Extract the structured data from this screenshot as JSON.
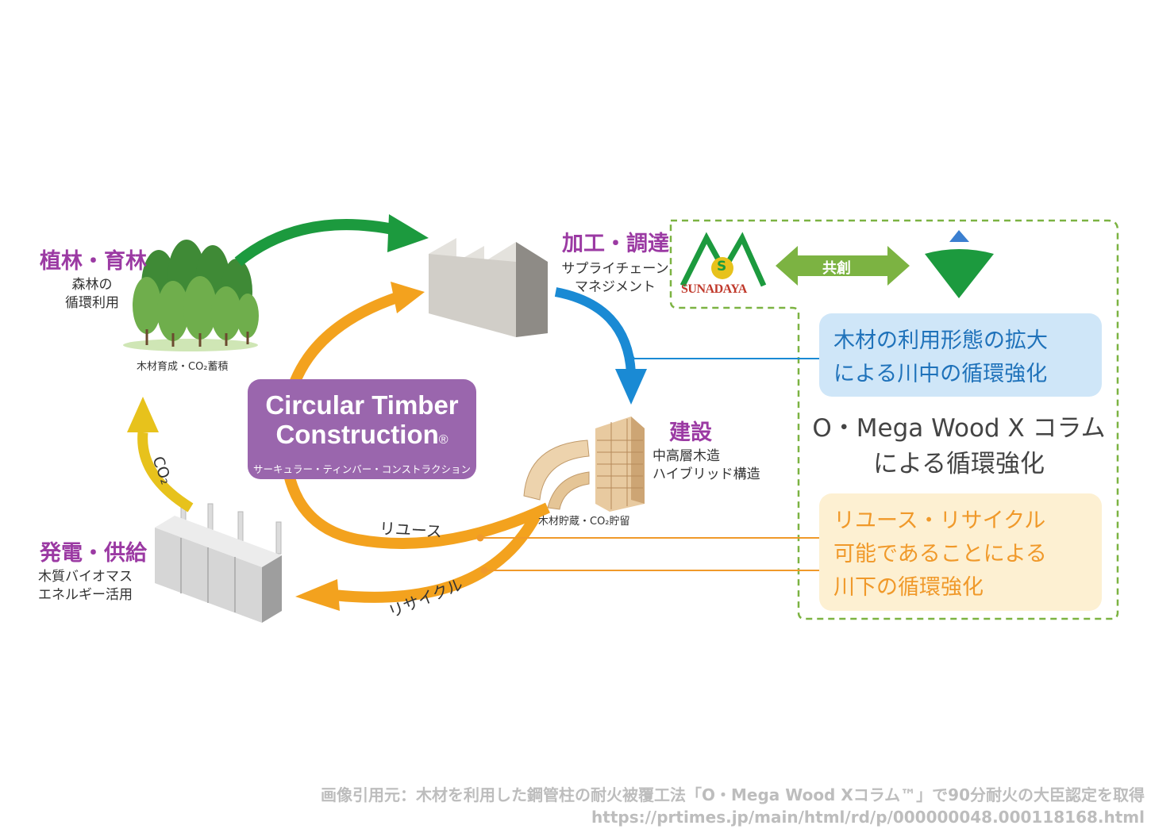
{
  "stages": {
    "forest": {
      "title": "植林・育林",
      "sub1": "森林の",
      "sub2": "循環利用",
      "caption": "木材育成・CO₂蓄積"
    },
    "processing": {
      "title": "加工・調達",
      "sub1": "サプライチェーン",
      "sub2": "マネジメント"
    },
    "construction": {
      "title": "建設",
      "sub1": "中高層木造",
      "sub2": "ハイブリッド構造",
      "caption": "木材貯蔵・CO₂貯留"
    },
    "power": {
      "title": "発電・供給",
      "sub1": "木質バイオマス",
      "sub2": "エネルギー活用"
    }
  },
  "center": {
    "title_line1": "Circular Timber",
    "title_line2": "Construction",
    "reg": "®",
    "subtitle": "サーキュラー・ティンバー・コンストラクション"
  },
  "arrows": {
    "co2": "CO₂",
    "reuse": "リユース",
    "recycle": "リサイクル",
    "cocreation": "共創"
  },
  "logo": {
    "text": "SUNADAYA",
    "letter": "S"
  },
  "right_panel": {
    "blue_line1": "木材の利用形態の拡大",
    "blue_line2": "による川中の循環強化",
    "mega_line1": "O・Mega Wood X コラム",
    "mega_line2": "による循環強化",
    "orange_line1": "リユース・リサイクル",
    "orange_line2": "可能であることによる",
    "orange_line3": "川下の循環強化"
  },
  "footer": {
    "line1": "画像引用元：木材を利用した鋼管柱の耐火被覆工法「O・Mega Wood Xコラム™」で90分耐火の大臣認定を取得",
    "line2": "https://prtimes.jp/main/html/rd/p/000000048.000118168.html"
  },
  "colors": {
    "purple": "#9b3aa3",
    "green": "#1c9a3e",
    "orange": "#f3a21e",
    "blue": "#1a8ad4",
    "yellow": "#e7c21c"
  }
}
